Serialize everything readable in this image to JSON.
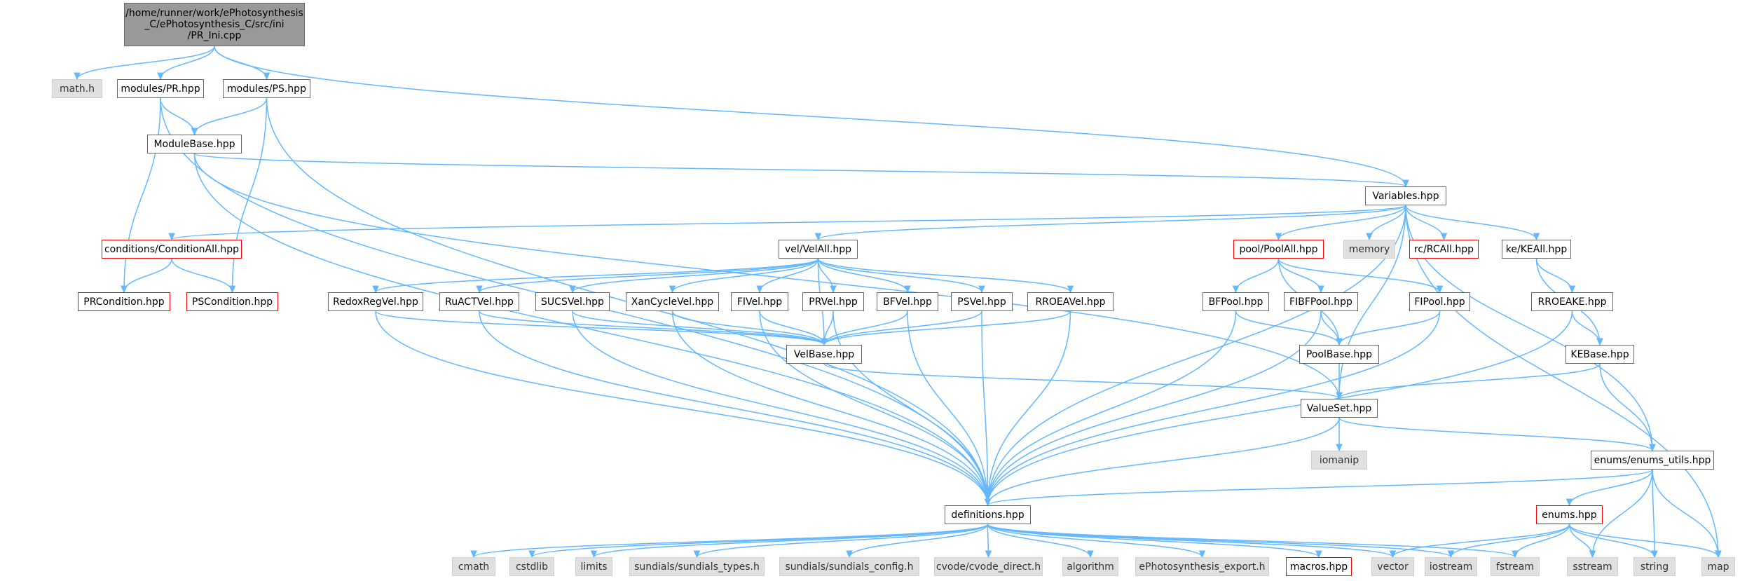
{
  "diagram": {
    "root_label_lines": [
      "/home/runner/work/ePhotosynthesis",
      "_C/ePhotosynthesis_C/src/ini",
      "/PR_Ini.cpp"
    ],
    "colors": {
      "edge": "#63b8ff",
      "root_fill": "#999999",
      "node_border": "#666666",
      "external_fill": "#e0e0e0",
      "incomplete_border": "#ff0000"
    },
    "nodes": {
      "root": "/home/runner/work/ePhotosynthesis_C/ePhotosynthesis_C/src/ini/PR_Ini.cpp",
      "math_h": "math.h",
      "modules_pr": "modules/PR.hpp",
      "modules_ps": "modules/PS.hpp",
      "modulebase": "ModuleBase.hpp",
      "variables": "Variables.hpp",
      "conditionall": "conditions/ConditionAll.hpp",
      "prcondition": "PRCondition.hpp",
      "pscondition": "PSCondition.hpp",
      "velall": "vel/VelAll.hpp",
      "redoxregvel": "RedoxRegVel.hpp",
      "ruactvel": "RuACTVel.hpp",
      "sucsvel": "SUCSVel.hpp",
      "xancyclevel": "XanCycleVel.hpp",
      "fivel": "FIVel.hpp",
      "prvel": "PRVel.hpp",
      "bfvel": "BFVel.hpp",
      "psvel": "PSVel.hpp",
      "rroeavel": "RROEAVel.hpp",
      "velbase": "VelBase.hpp",
      "poolall": "pool/PoolAll.hpp",
      "memory": "memory",
      "rcall": "rc/RCAll.hpp",
      "keall": "ke/KEAll.hpp",
      "bfpool": "BFPool.hpp",
      "fibfpool": "FIBFPool.hpp",
      "fipool": "FIPool.hpp",
      "poolbase": "PoolBase.hpp",
      "rroeake": "RROEAKE.hpp",
      "kebase": "KEBase.hpp",
      "valueset": "ValueSet.hpp",
      "iomanip": "iomanip",
      "enums_utils": "enums/enums_utils.hpp",
      "definitions": "definitions.hpp",
      "enums": "enums.hpp",
      "cmath": "cmath",
      "cstdlib": "cstdlib",
      "limits": "limits",
      "sundials_types": "sundials/sundials_types.h",
      "sundials_config": "sundials/sundials_config.h",
      "cvode_direct": "cvode/cvode_direct.h",
      "algorithm": "algorithm",
      "export_h": "ePhotosynthesis_export.h",
      "macros": "macros.hpp",
      "vector": "vector",
      "iostream": "iostream",
      "fstream": "fstream",
      "sstream": "sstream",
      "string": "string",
      "map": "map"
    },
    "edges": [
      [
        "root",
        "math_h"
      ],
      [
        "root",
        "modules_pr"
      ],
      [
        "root",
        "modules_ps"
      ],
      [
        "root",
        "variables"
      ],
      [
        "modules_pr",
        "modulebase"
      ],
      [
        "modules_pr",
        "prcondition"
      ],
      [
        "modules_pr",
        "definitions"
      ],
      [
        "modules_ps",
        "modulebase"
      ],
      [
        "modules_ps",
        "pscondition"
      ],
      [
        "modules_ps",
        "definitions"
      ],
      [
        "modulebase",
        "variables"
      ],
      [
        "modulebase",
        "valueset"
      ],
      [
        "modulebase",
        "definitions"
      ],
      [
        "variables",
        "conditionall"
      ],
      [
        "variables",
        "velall"
      ],
      [
        "variables",
        "poolall"
      ],
      [
        "variables",
        "memory"
      ],
      [
        "variables",
        "rcall"
      ],
      [
        "variables",
        "keall"
      ],
      [
        "variables",
        "valueset"
      ],
      [
        "variables",
        "enums_utils"
      ],
      [
        "variables",
        "definitions"
      ],
      [
        "variables",
        "map"
      ],
      [
        "conditionall",
        "prcondition"
      ],
      [
        "conditionall",
        "pscondition"
      ],
      [
        "velall",
        "redoxregvel"
      ],
      [
        "velall",
        "ruactvel"
      ],
      [
        "velall",
        "sucsvel"
      ],
      [
        "velall",
        "xancyclevel"
      ],
      [
        "velall",
        "fivel"
      ],
      [
        "velall",
        "prvel"
      ],
      [
        "velall",
        "bfvel"
      ],
      [
        "velall",
        "psvel"
      ],
      [
        "velall",
        "rroeavel"
      ],
      [
        "velall",
        "velbase"
      ],
      [
        "redoxregvel",
        "velbase"
      ],
      [
        "ruactvel",
        "velbase"
      ],
      [
        "sucsvel",
        "velbase"
      ],
      [
        "xancyclevel",
        "velbase"
      ],
      [
        "fivel",
        "velbase"
      ],
      [
        "prvel",
        "velbase"
      ],
      [
        "bfvel",
        "velbase"
      ],
      [
        "psvel",
        "velbase"
      ],
      [
        "rroeavel",
        "velbase"
      ],
      [
        "redoxregvel",
        "definitions"
      ],
      [
        "ruactvel",
        "definitions"
      ],
      [
        "sucsvel",
        "definitions"
      ],
      [
        "xancyclevel",
        "definitions"
      ],
      [
        "fivel",
        "definitions"
      ],
      [
        "prvel",
        "definitions"
      ],
      [
        "bfvel",
        "definitions"
      ],
      [
        "psvel",
        "definitions"
      ],
      [
        "rroeavel",
        "definitions"
      ],
      [
        "velbase",
        "valueset"
      ],
      [
        "poolall",
        "bfpool"
      ],
      [
        "poolall",
        "fibfpool"
      ],
      [
        "poolall",
        "fipool"
      ],
      [
        "poolall",
        "poolbase"
      ],
      [
        "bfpool",
        "poolbase"
      ],
      [
        "fibfpool",
        "poolbase"
      ],
      [
        "fipool",
        "poolbase"
      ],
      [
        "bfpool",
        "definitions"
      ],
      [
        "fibfpool",
        "definitions"
      ],
      [
        "fipool",
        "definitions"
      ],
      [
        "poolbase",
        "valueset"
      ],
      [
        "keall",
        "rroeake"
      ],
      [
        "keall",
        "kebase"
      ],
      [
        "rroeake",
        "kebase"
      ],
      [
        "rroeake",
        "definitions"
      ],
      [
        "kebase",
        "valueset"
      ],
      [
        "kebase",
        "enums_utils"
      ],
      [
        "valueset",
        "iomanip"
      ],
      [
        "valueset",
        "enums_utils"
      ],
      [
        "valueset",
        "definitions"
      ],
      [
        "enums_utils",
        "definitions"
      ],
      [
        "enums_utils",
        "enums"
      ],
      [
        "enums_utils",
        "sstream"
      ],
      [
        "enums_utils",
        "string"
      ],
      [
        "enums_utils",
        "map"
      ],
      [
        "enums",
        "vector"
      ],
      [
        "enums",
        "iostream"
      ],
      [
        "enums",
        "fstream"
      ],
      [
        "enums",
        "sstream"
      ],
      [
        "enums",
        "string"
      ],
      [
        "enums",
        "map"
      ],
      [
        "definitions",
        "cmath"
      ],
      [
        "definitions",
        "cstdlib"
      ],
      [
        "definitions",
        "limits"
      ],
      [
        "definitions",
        "sundials_types"
      ],
      [
        "definitions",
        "sundials_config"
      ],
      [
        "definitions",
        "cvode_direct"
      ],
      [
        "definitions",
        "algorithm"
      ],
      [
        "definitions",
        "export_h"
      ],
      [
        "definitions",
        "macros"
      ],
      [
        "definitions",
        "vector"
      ],
      [
        "definitions",
        "iostream"
      ],
      [
        "definitions",
        "fstream"
      ]
    ]
  }
}
